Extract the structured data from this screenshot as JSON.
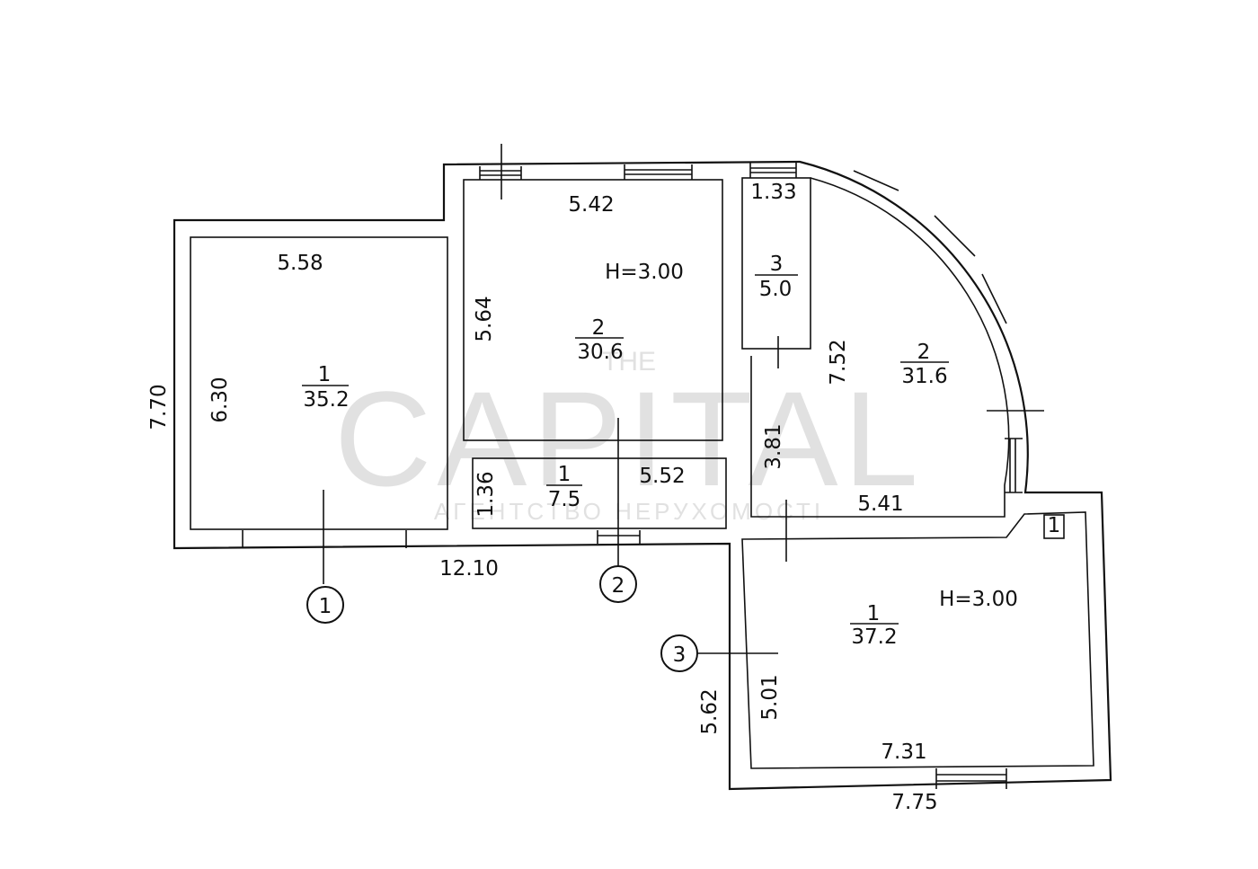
{
  "watermark": {
    "top": "THE",
    "main": "CAPITAL",
    "sub": "АГЕНТСТВО НЕРУХОМОСТІ"
  },
  "rooms": [
    {
      "id": "left-room",
      "number": "1",
      "area": "35.2"
    },
    {
      "id": "middle-room",
      "number": "2",
      "area": "30.6"
    },
    {
      "id": "corridor",
      "number": "1",
      "area": "7.5"
    },
    {
      "id": "closet",
      "number": "3",
      "area": "5.0"
    },
    {
      "id": "round-room",
      "number": "2",
      "area": "31.6"
    },
    {
      "id": "bottom-room",
      "number": "1",
      "area": "37.2"
    }
  ],
  "heights": [
    "H=3.00",
    "H=3.00"
  ],
  "dimensions": {
    "left_width_top": "5.58",
    "left_height_outer": "7.70",
    "left_height_inner": "6.30",
    "middle_width": "5.42",
    "middle_height": "5.64",
    "corridor_height": "1.36",
    "corridor_width": "5.52",
    "bottom_total": "12.10",
    "closet_width": "1.33",
    "round_height": "7.52",
    "round_lower_height": "3.81",
    "round_width": "5.41",
    "bottom_room_height_inner": "5.01",
    "bottom_room_height_outer": "5.62",
    "bottom_room_width_inner": "7.31",
    "bottom_room_width_outer": "7.75"
  },
  "section_markers": [
    "1",
    "2",
    "3"
  ],
  "corner_symbol": "1"
}
